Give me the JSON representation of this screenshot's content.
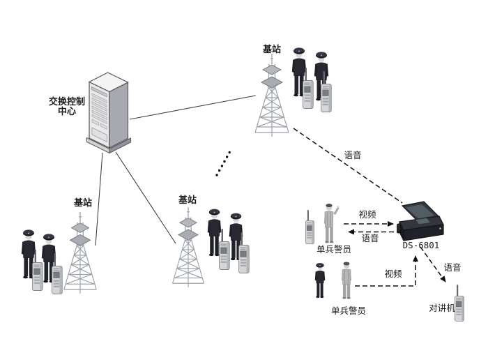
{
  "page": {
    "background": "#ffffff"
  },
  "control_center": {
    "label_lines": [
      "交换控制",
      "中心"
    ],
    "icon": "server-rack-icon"
  },
  "base_stations": {
    "labels": [
      "基站",
      "基站",
      "基站"
    ],
    "icon": "radio-tower-icon"
  },
  "device": {
    "label": "DS-6801",
    "icon": "rugged-video-terminal-icon"
  },
  "portable_officers": {
    "labels": [
      "单兵警员",
      "单兵警员"
    ],
    "icon": "field-officer-icon"
  },
  "handheld_radio": {
    "label": "对讲机",
    "icon": "walkie-talkie-icon"
  },
  "links": {
    "voice_bs_to_device": {
      "label": "语音",
      "style": "dashed-line"
    },
    "video_officer1_to_device": {
      "label": "视频",
      "style": "dashed-arrow-right"
    },
    "voice_device_to_officer1": {
      "label": "语音",
      "style": "dashed-arrow-left"
    },
    "video_officer2_to_device": {
      "label": "视频",
      "style": "dashed-arrow-up"
    },
    "voice_device_to_radio": {
      "label": "语音",
      "style": "dashed-arrow-down-right"
    }
  },
  "ellipsis_dots": 6,
  "colors": {
    "background": "#ffffff",
    "text": "#1a1a1a",
    "solid_line": "#3f3f3f",
    "dashed_link": "#111111",
    "tower": "#9aa0a6",
    "uniform_dark": "#24252c",
    "rack_front": "#e9eaea",
    "rack_side": "#a9aaaf",
    "device_body": "#25272b"
  }
}
